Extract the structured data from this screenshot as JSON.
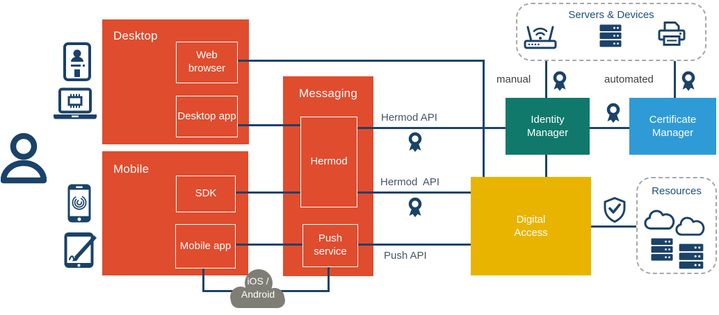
{
  "boxes": {
    "desktop": {
      "title": "Desktop"
    },
    "web_browser": {
      "label": "Web browser"
    },
    "desktop_app": {
      "label": "Desktop app"
    },
    "mobile": {
      "title": "Mobile"
    },
    "sdk": {
      "label": "SDK"
    },
    "mobile_app": {
      "label": "Mobile app"
    },
    "messaging": {
      "title": "Messaging"
    },
    "hermod": {
      "label": "Hermod"
    },
    "push_service": {
      "label": "Push service"
    },
    "identity_manager": {
      "label": "Identity Manager"
    },
    "certificate_manager": {
      "label": "Certificate Manager"
    },
    "digital_access": {
      "label": "Digital Access"
    }
  },
  "zones": {
    "servers_devices": {
      "title": "Servers & Devices",
      "icons": [
        "wifi-router-icon",
        "server-rack-icon",
        "printer-icon"
      ]
    },
    "resources": {
      "title": "Resources",
      "icons": [
        "cloud-icon",
        "cloud-icon",
        "server-rack-icon",
        "server-rack-icon"
      ]
    }
  },
  "cloud": {
    "line1": "iOS /",
    "line2": "Android"
  },
  "edge_labels": {
    "hermod_api_top": "Hermod API",
    "hermod_api_mid": "Hermod  API",
    "push_api": "Push API",
    "manual": "manual",
    "automated": "automated"
  },
  "icons": {
    "left_column": [
      "id-card-icon",
      "laptop-icon",
      "user-icon",
      "phone-fingerprint-icon",
      "tablet-signature-icon"
    ],
    "badge": "certificate-badge-icon",
    "shield": "shield-check-icon"
  },
  "colors": {
    "orange": "#E04C2E",
    "navy": "#1B4268",
    "teal": "#10796B",
    "blue": "#2E9BD6",
    "yellow": "#E9B400",
    "cloud_gray": "#7E7E76",
    "zone_border_gray": "#A6A6A6",
    "edge_label_color": "#44546A",
    "plain_label_color": "#404040",
    "zone_title_color": "#1F4E79"
  }
}
